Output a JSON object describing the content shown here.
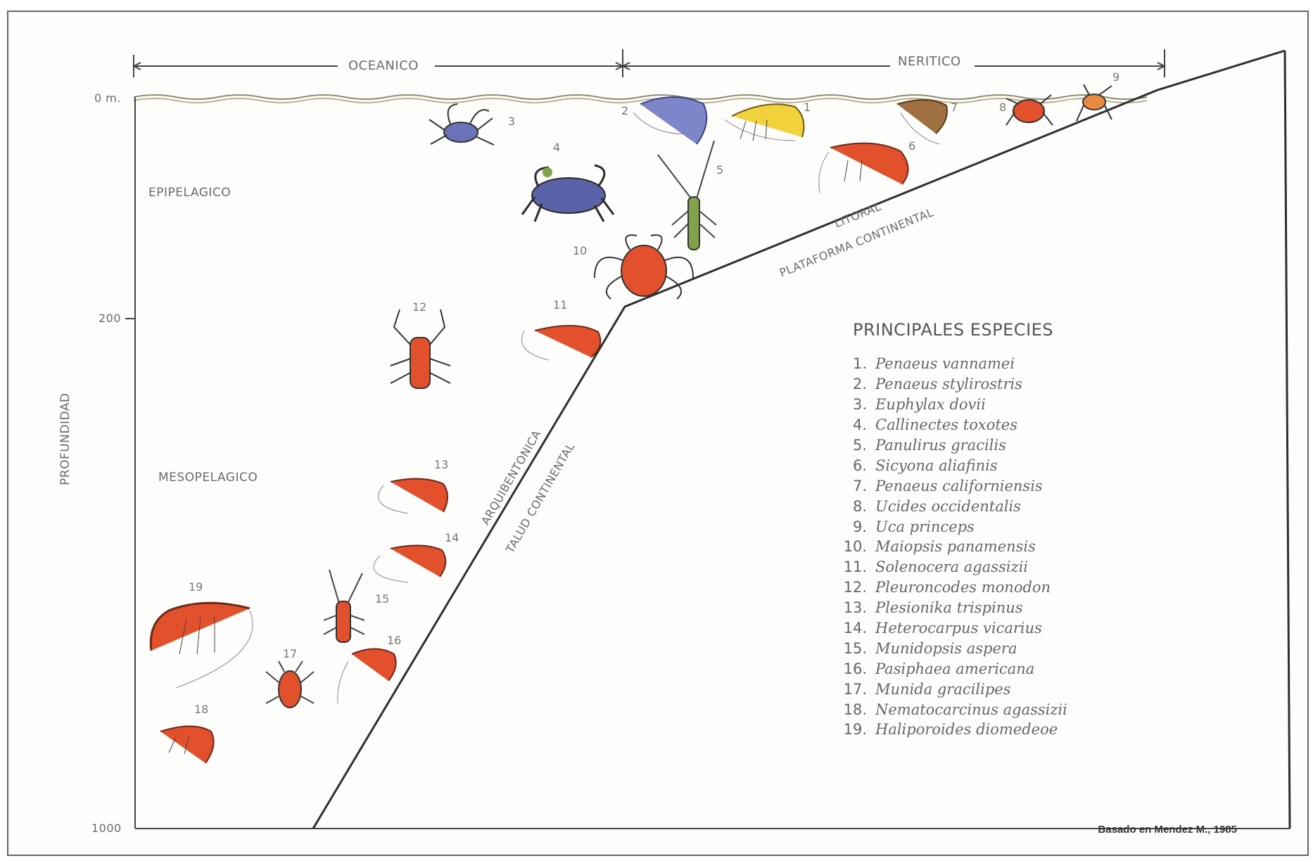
{
  "header": {
    "oceanic": "OCEANICO",
    "neritic": "NERITICO"
  },
  "depth_axis": {
    "label": "PROFUNDIDAD",
    "ticks": [
      "0 m.",
      "200",
      "1000"
    ]
  },
  "zones": {
    "epipelagic": "EPIPELAGICO",
    "mesopelagic": "MESOPELAGICO",
    "littoral": "LITORAL",
    "continental_shelf": "PLATAFORMA CONTINENTAL",
    "archibenthic": "ARQUIBENTONICA",
    "continental_slope": "TALUD CONTINENTAL"
  },
  "legend": {
    "title": "PRINCIPALES ESPECIES",
    "items": [
      {
        "num": "1.",
        "name": "Penaeus vannamei"
      },
      {
        "num": "2.",
        "name": "Penaeus stylirostris"
      },
      {
        "num": "3.",
        "name": "Euphylax dovii"
      },
      {
        "num": "4.",
        "name": "Callinectes toxotes"
      },
      {
        "num": "5.",
        "name": "Panulirus gracilis"
      },
      {
        "num": "6.",
        "name": "Sicyona aliafinis"
      },
      {
        "num": "7.",
        "name": "Penaeus californiensis"
      },
      {
        "num": "8.",
        "name": "Ucides occidentalis"
      },
      {
        "num": "9.",
        "name": "Uca princeps"
      },
      {
        "num": "10.",
        "name": "Maiopsis panamensis"
      },
      {
        "num": "11.",
        "name": "Solenocera agassizii"
      },
      {
        "num": "12.",
        "name": "Pleuroncodes monodon"
      },
      {
        "num": "13.",
        "name": "Plesionika trispinus"
      },
      {
        "num": "14.",
        "name": "Heterocarpus vicarius"
      },
      {
        "num": "15.",
        "name": "Munidopsis aspera"
      },
      {
        "num": "16.",
        "name": "Pasiphaea americana"
      },
      {
        "num": "17.",
        "name": "Munida gracilipes"
      },
      {
        "num": "18.",
        "name": "Nematocarcinus agassizii"
      },
      {
        "num": "19.",
        "name": "Haliporoides diomedeoe"
      }
    ]
  },
  "species_markers": [
    "1",
    "2",
    "3",
    "4",
    "5",
    "6",
    "7",
    "8",
    "9",
    "10",
    "11",
    "12",
    "13",
    "14",
    "15",
    "16",
    "17",
    "18",
    "19"
  ],
  "colors": {
    "line": "#3a3a3a",
    "shrimp_orange": "#e2502c",
    "crab_blue": "#5a62a8",
    "prawn_yellow": "#f2d23a",
    "lobster_green": "#7fa24a",
    "water": "#b9b18f"
  },
  "credit": "Basado en Mendez M., 1985"
}
